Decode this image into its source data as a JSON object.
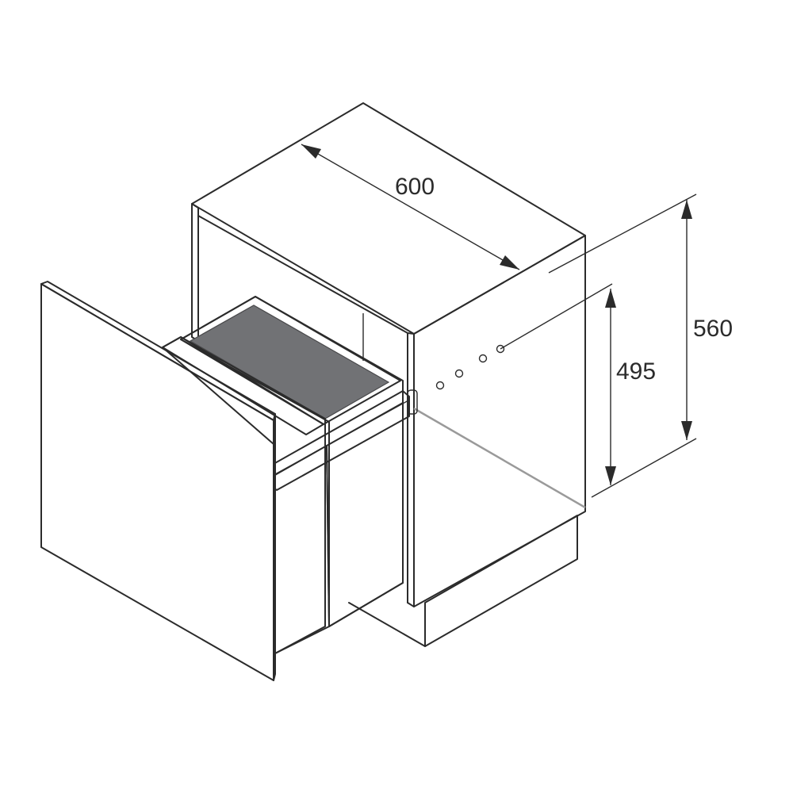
{
  "dimensions": {
    "width": "600",
    "height_total": "560",
    "height_inner": "495"
  },
  "colors": {
    "outline": "#2b2b2b",
    "front_panel": "#e4e4e6",
    "bin_dark": "#6f7073",
    "bin_mid": "#8d8e91",
    "bin_light": "#9a9b9e",
    "frame_rail": "#b4b5b8",
    "cabinet_face": "#ffffff"
  },
  "icons": [
    "mounting-hole-icon"
  ]
}
